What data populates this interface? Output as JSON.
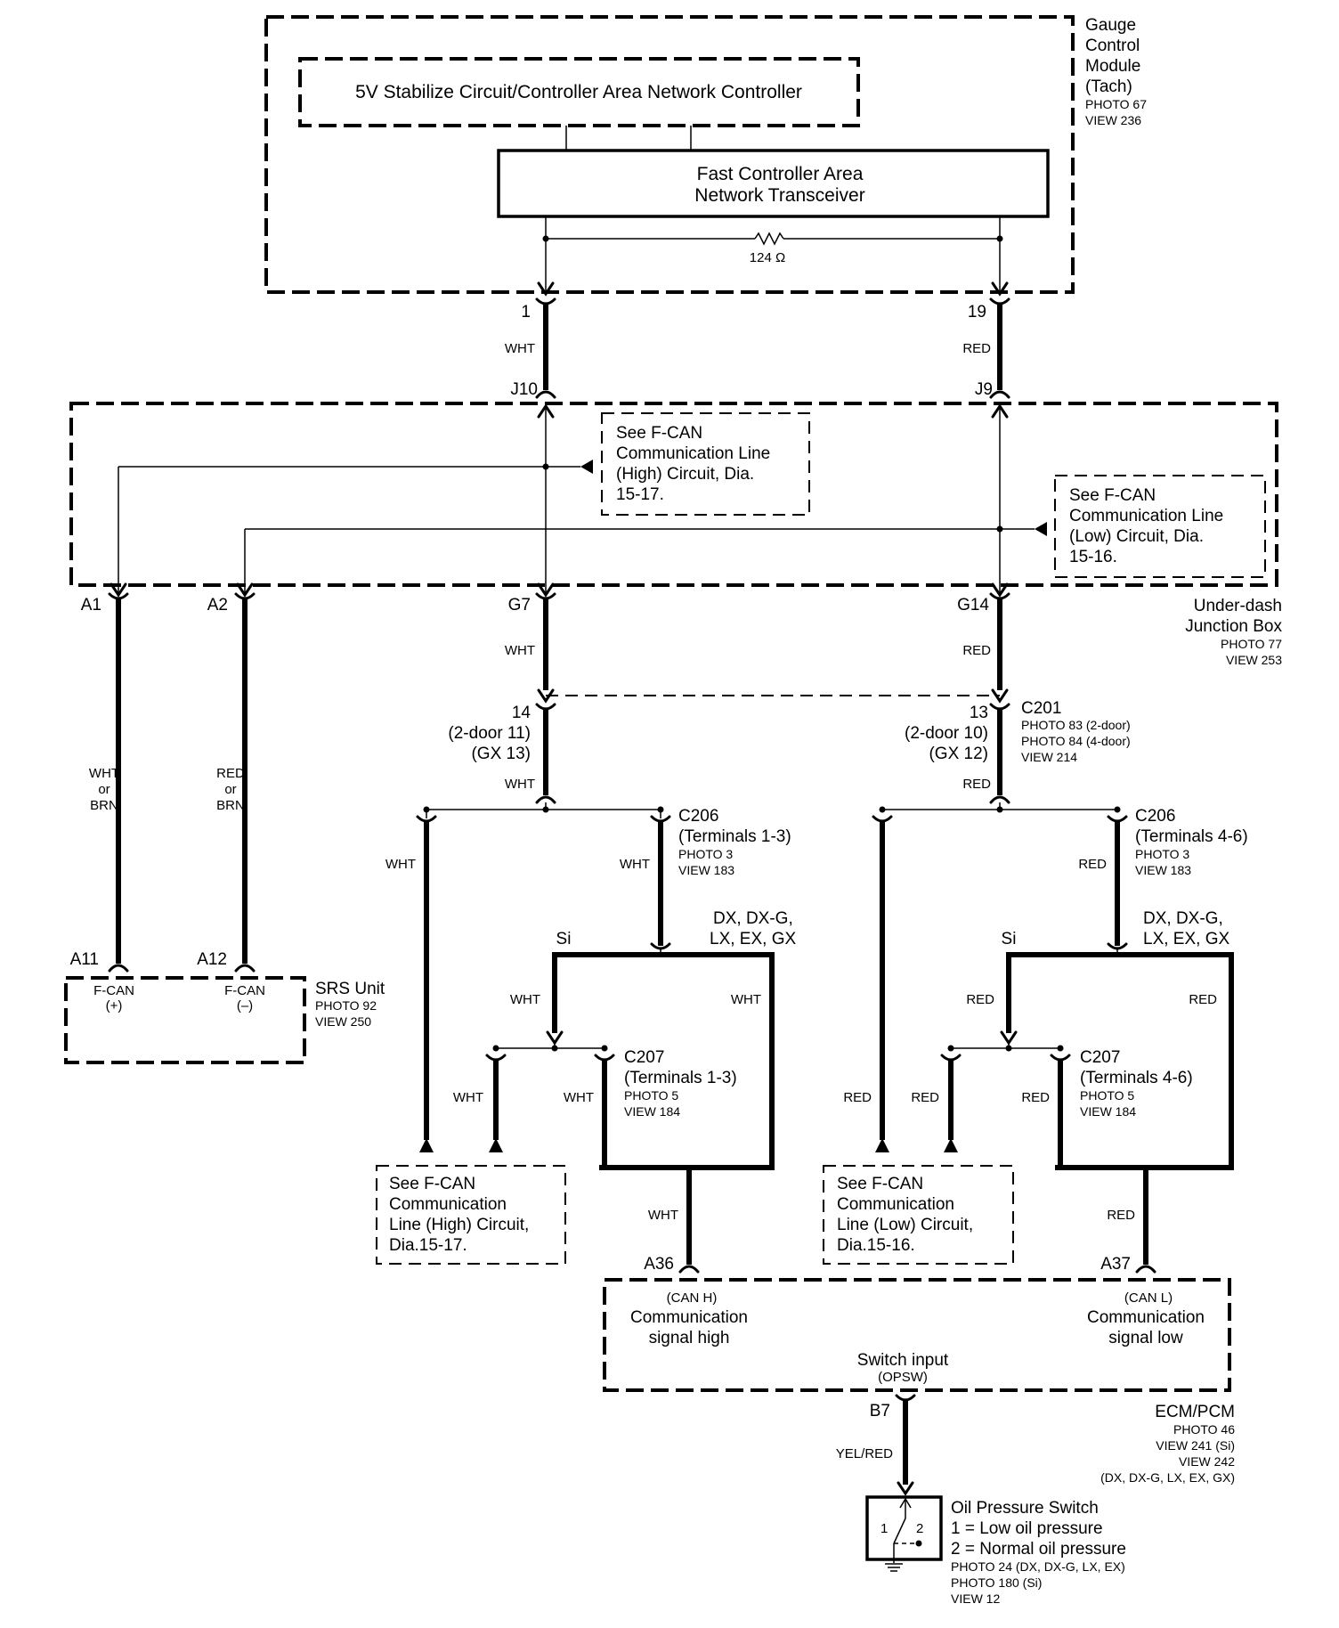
{
  "gauge": {
    "title": [
      "Gauge",
      "Control",
      "Module",
      "(Tach)"
    ],
    "refs": [
      "PHOTO 67",
      "VIEW 236"
    ],
    "stab_circuit": "5V Stabilize Circuit/Controller Area Network Controller",
    "transceiver": [
      "Fast Controller Area",
      "Network Transceiver"
    ],
    "resistor": "124 Ω"
  },
  "pins": {
    "p1": "1",
    "p19": "19",
    "j10": "J10",
    "j9": "J9",
    "a1": "A1",
    "a2": "A2",
    "g7": "G7",
    "g14": "G14",
    "p14": [
      "14",
      "(2-door 11)",
      "(GX 13)"
    ],
    "p13": [
      "13",
      "(2-door 10)",
      "(GX 12)"
    ],
    "a11": "A11",
    "a12": "A12",
    "a36": "A36",
    "a37": "A37",
    "b7": "B7"
  },
  "junction": {
    "title": [
      "Under-dash",
      "Junction Box"
    ],
    "refs": [
      "PHOTO 77",
      "VIEW 253"
    ],
    "see_high": [
      "See F-CAN",
      "Communication Line",
      "(High) Circuit, Dia.",
      "15-17."
    ],
    "see_low": [
      "See F-CAN",
      "Communication Line",
      "(Low) Circuit, Dia.",
      "15-16."
    ]
  },
  "wires": {
    "wht": "WHT",
    "red": "RED",
    "wht_or_brn": [
      "WHT",
      "or",
      "BRN"
    ],
    "red_or_brn": [
      "RED",
      "or",
      "BRN"
    ],
    "yelred": "YEL/RED"
  },
  "c201": {
    "name": "C201",
    "refs": [
      "PHOTO 83 (2-door)",
      "PHOTO 84 (4-door)",
      "VIEW 214"
    ]
  },
  "c206_high": {
    "name": "C206",
    "terms": "(Terminals 1-3)",
    "refs": [
      "PHOTO 3",
      "VIEW 183"
    ]
  },
  "c206_low": {
    "name": "C206",
    "terms": "(Terminals 4-6)",
    "refs": [
      "PHOTO 3",
      "VIEW 183"
    ]
  },
  "c207_high": {
    "name": "C207",
    "terms": "(Terminals 1-3)",
    "refs": [
      "PHOTO 5",
      "VIEW 184"
    ]
  },
  "c207_low": {
    "name": "C207",
    "terms": "(Terminals 4-6)",
    "refs": [
      "PHOTO 5",
      "VIEW 184"
    ]
  },
  "trims": {
    "si": "Si",
    "others": [
      "DX, DX-G,",
      "LX, EX, GX"
    ]
  },
  "srs": {
    "title": "SRS Unit",
    "refs": [
      "PHOTO 92",
      "VIEW 250"
    ],
    "fcan_pos": [
      "F-CAN",
      "(+)"
    ],
    "fcan_neg": [
      "F-CAN",
      "(–)"
    ]
  },
  "see_high_bottom": [
    "See F-CAN",
    "Communication",
    "Line (High) Circuit,",
    "Dia.15-17."
  ],
  "see_low_bottom": [
    "See F-CAN",
    "Communication",
    "Line (Low) Circuit,",
    "Dia.15-16."
  ],
  "ecm": {
    "title": "ECM/PCM",
    "refs": [
      "PHOTO 46",
      "VIEW 241 (Si)",
      "VIEW 242",
      "(DX, DX-G, LX, EX, GX)"
    ],
    "can_h": "(CAN H)",
    "comm_high": [
      "Communication",
      "signal high"
    ],
    "can_l": "(CAN L)",
    "comm_low": [
      "Communication",
      "signal low"
    ],
    "switch_input": "Switch input",
    "opsw": "(OPSW)"
  },
  "oil_switch": {
    "title": "Oil Pressure Switch",
    "legend": [
      "1 = Low oil pressure",
      "2 = Normal oil pressure"
    ],
    "refs": [
      "PHOTO 24 (DX, DX-G, LX, EX)",
      "PHOTO 180 (Si)",
      "VIEW 12"
    ],
    "t1": "1",
    "t2": "2"
  }
}
